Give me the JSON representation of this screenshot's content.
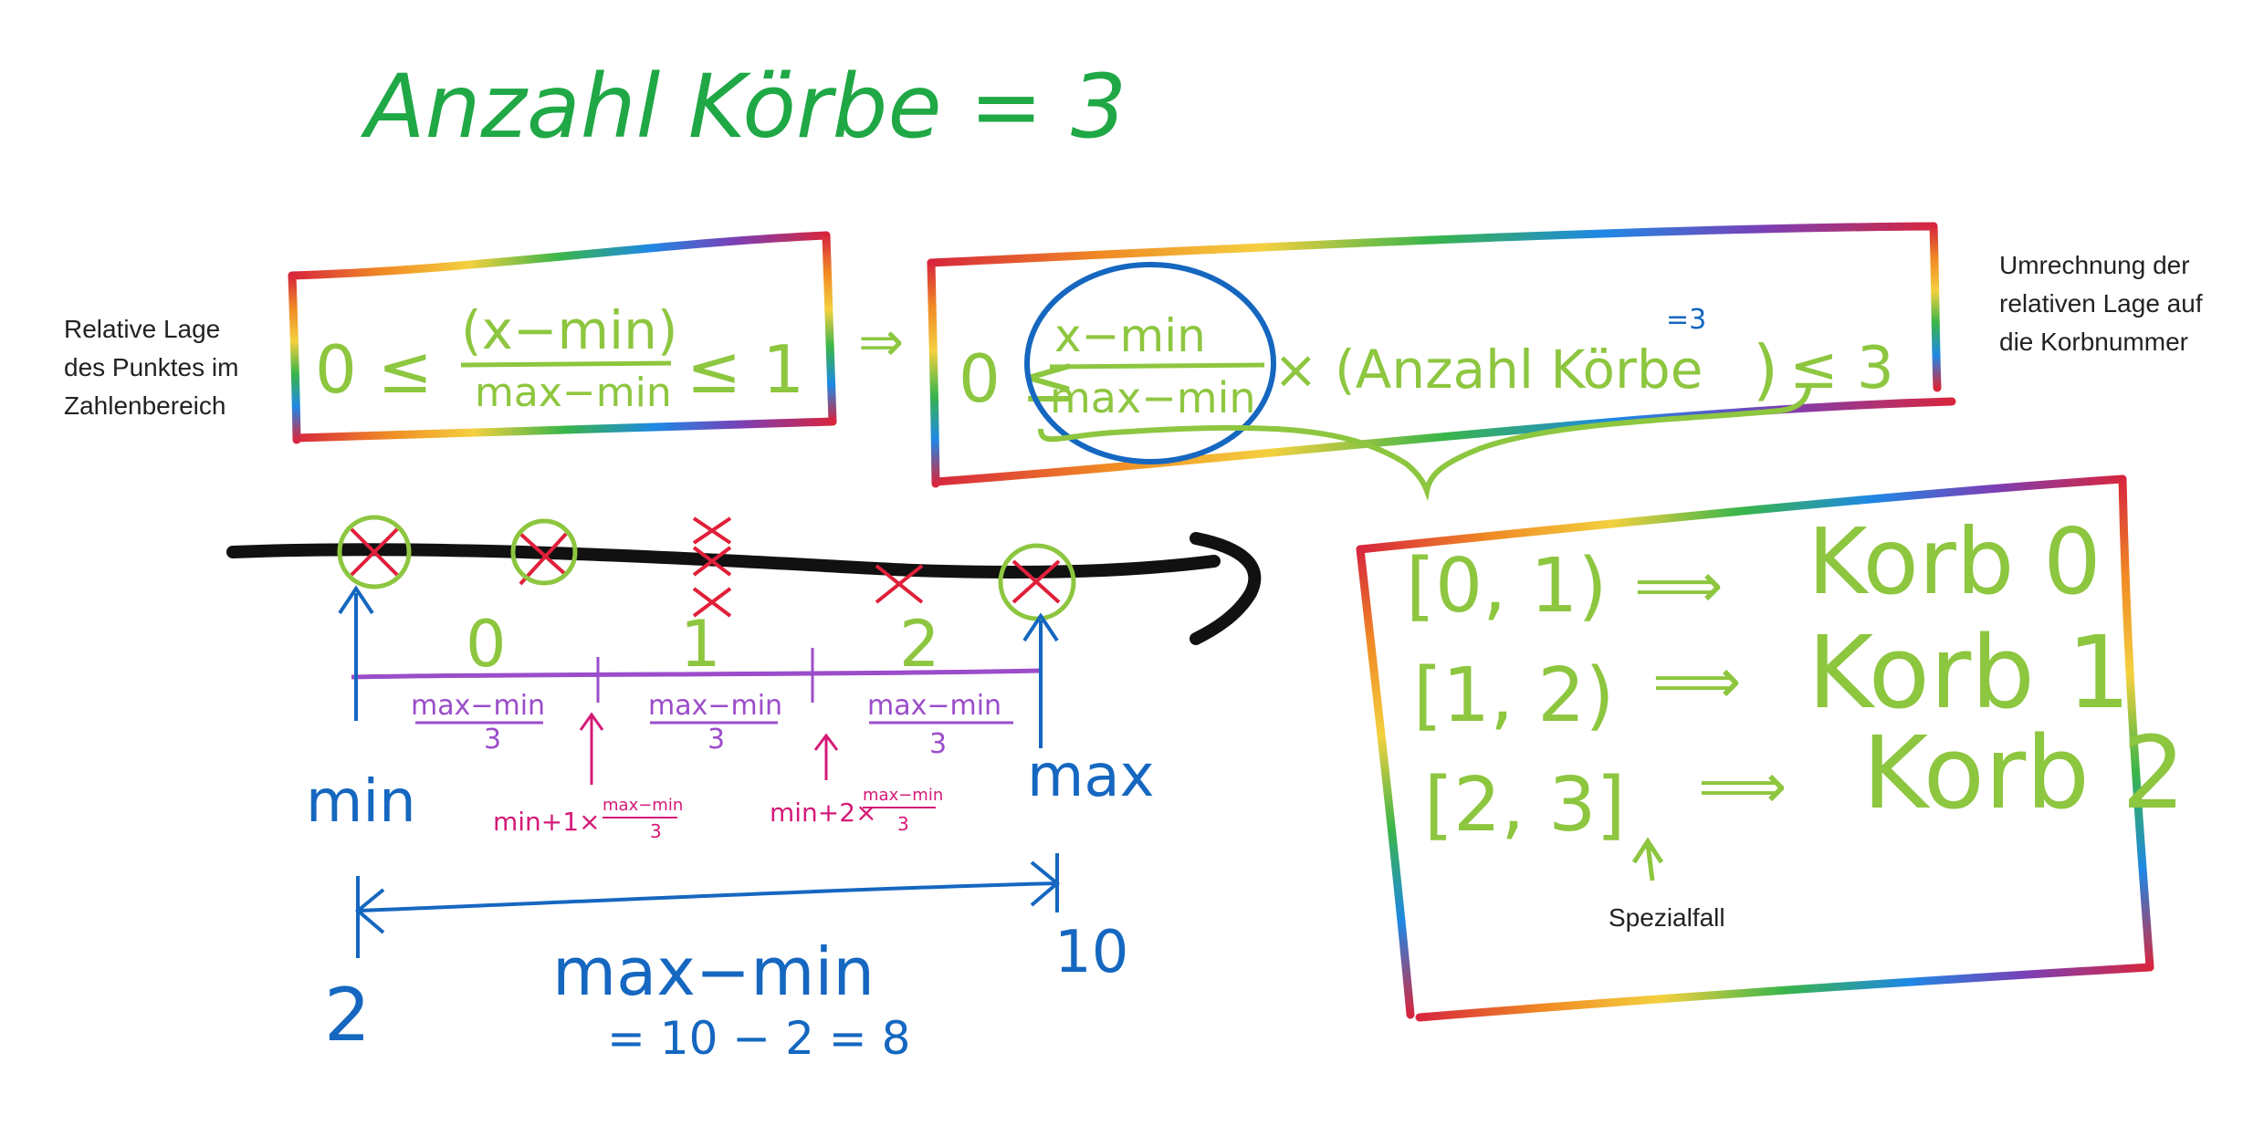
{
  "colors": {
    "green": "#8dc63f",
    "dark_green": "#1fa845",
    "blue": "#1567c0",
    "purple": "#9b4dca",
    "magenta": "#d41a78",
    "red": "#e0203a",
    "black": "#111111",
    "text": "#222222"
  },
  "title": "Anzahl Körbe = 3",
  "notes": {
    "left": [
      "Relative Lage",
      "des Punktes im",
      "Zahlenbereich"
    ],
    "right": [
      "Umrechnung der",
      "relativen Lage auf",
      "die Korbnummer"
    ],
    "special": "Spezialfall"
  },
  "formula1": {
    "prefix": "0 ≤",
    "numerator": "(x−min)",
    "denominator": "max−min",
    "suffix": "≤ 1"
  },
  "implies": "⇒",
  "formula2": {
    "prefix": "0 ≤",
    "numerator": "x−min",
    "denominator": "max−min",
    "times": "× (Anzahl Körbe",
    "equals3": "=3",
    "close": ")",
    "suffix": "≤ 3"
  },
  "baskets": [
    {
      "interval": "[0, 1)",
      "arrow": "⟹",
      "label": "Korb 0"
    },
    {
      "interval": "[1, 2)",
      "arrow": "⟹",
      "label": "Korb 1"
    },
    {
      "interval": "[2, 3]",
      "arrow": "⟹",
      "label": "Korb 2"
    }
  ],
  "numberline": {
    "segment_numbers": [
      "0",
      "1",
      "2"
    ],
    "segment_fraction_num": "max−min",
    "segment_fraction_den": "3",
    "boundary1_label": "min+1×",
    "boundary2_label": "min+2×",
    "boundary_fraction_num": "max−min",
    "boundary_fraction_den": "3",
    "min_label": "min",
    "max_label": "max"
  },
  "range": {
    "min_value": "2",
    "max_value": "10",
    "label": "max−min",
    "calc": "= 10 − 2 = 8"
  }
}
